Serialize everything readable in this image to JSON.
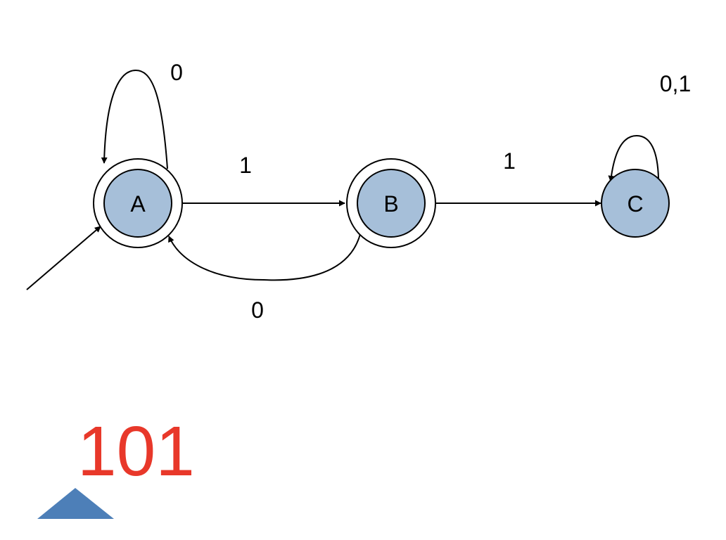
{
  "states": [
    {
      "id": "A",
      "label": "A",
      "accepting": true,
      "initial": true
    },
    {
      "id": "B",
      "label": "B",
      "accepting": true,
      "initial": false
    },
    {
      "id": "C",
      "label": "C",
      "accepting": false,
      "initial": false
    }
  ],
  "transitions": [
    {
      "from": "A",
      "to": "A",
      "label": "0"
    },
    {
      "from": "A",
      "to": "B",
      "label": "1"
    },
    {
      "from": "B",
      "to": "A",
      "label": "0"
    },
    {
      "from": "B",
      "to": "C",
      "label": "1"
    },
    {
      "from": "C",
      "to": "C",
      "label": "0,1"
    }
  ],
  "input_string": "101",
  "colors": {
    "state_fill": "#a6bfd9",
    "input_text": "#e8382a",
    "pointer": "#4d7fb8"
  }
}
